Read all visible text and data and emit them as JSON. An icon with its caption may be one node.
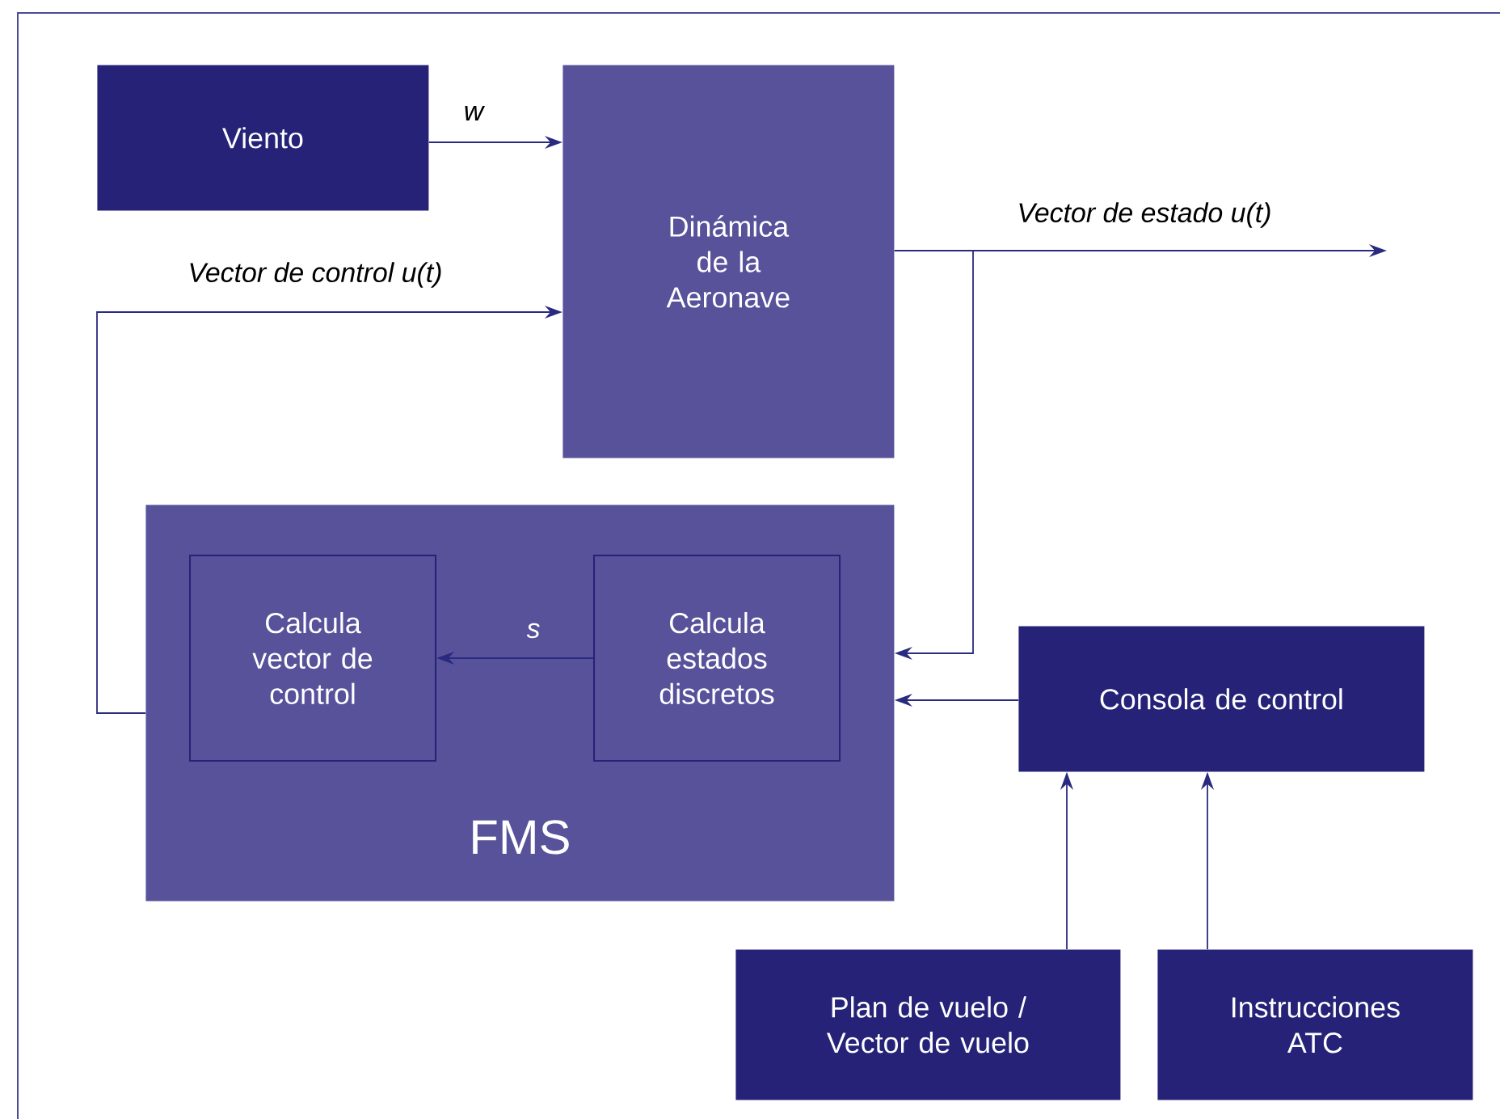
{
  "diagram": {
    "nodes": [
      {
        "text": [
          "Viento"
        ]
      },
      {
        "text": [
          "Dinámica de la Aeronave"
        ]
      },
      {
        "text": [
          "FMS"
        ]
      },
      {
        "text": [
          "Calcula vector de control"
        ],
        "in": 2
      },
      {
        "text": [
          "Calcula estados discretos"
        ],
        "in": 2
      },
      {
        "text": [
          "Consola de control"
        ]
      },
      {
        "text": [
          "Plan de vuelo / Vector de vuelo"
        ]
      },
      {
        "text": [
          "Instrucciones ATC"
        ]
      }
    ],
    "edges": [
      {
        "from": 0,
        "to": 1,
        "arrow": "to",
        "label": "w"
      },
      {
        "from": 2,
        "to": 1,
        "arrow": "to",
        "label": "Vector de control u(t)"
      },
      {
        "from": 1,
        "to": null,
        "arrow": "to",
        "label": "Vector de estado u(t)"
      },
      {
        "from": 1,
        "to": 2,
        "arrow": "to"
      },
      {
        "from": 4,
        "to": 3,
        "arrow": "to",
        "label": "s"
      },
      {
        "from": 5,
        "to": 2,
        "arrow": "to"
      },
      {
        "from": 6,
        "to": 5,
        "arrow": "to"
      },
      {
        "from": 7,
        "to": 5,
        "arrow": "to"
      }
    ]
  }
}
